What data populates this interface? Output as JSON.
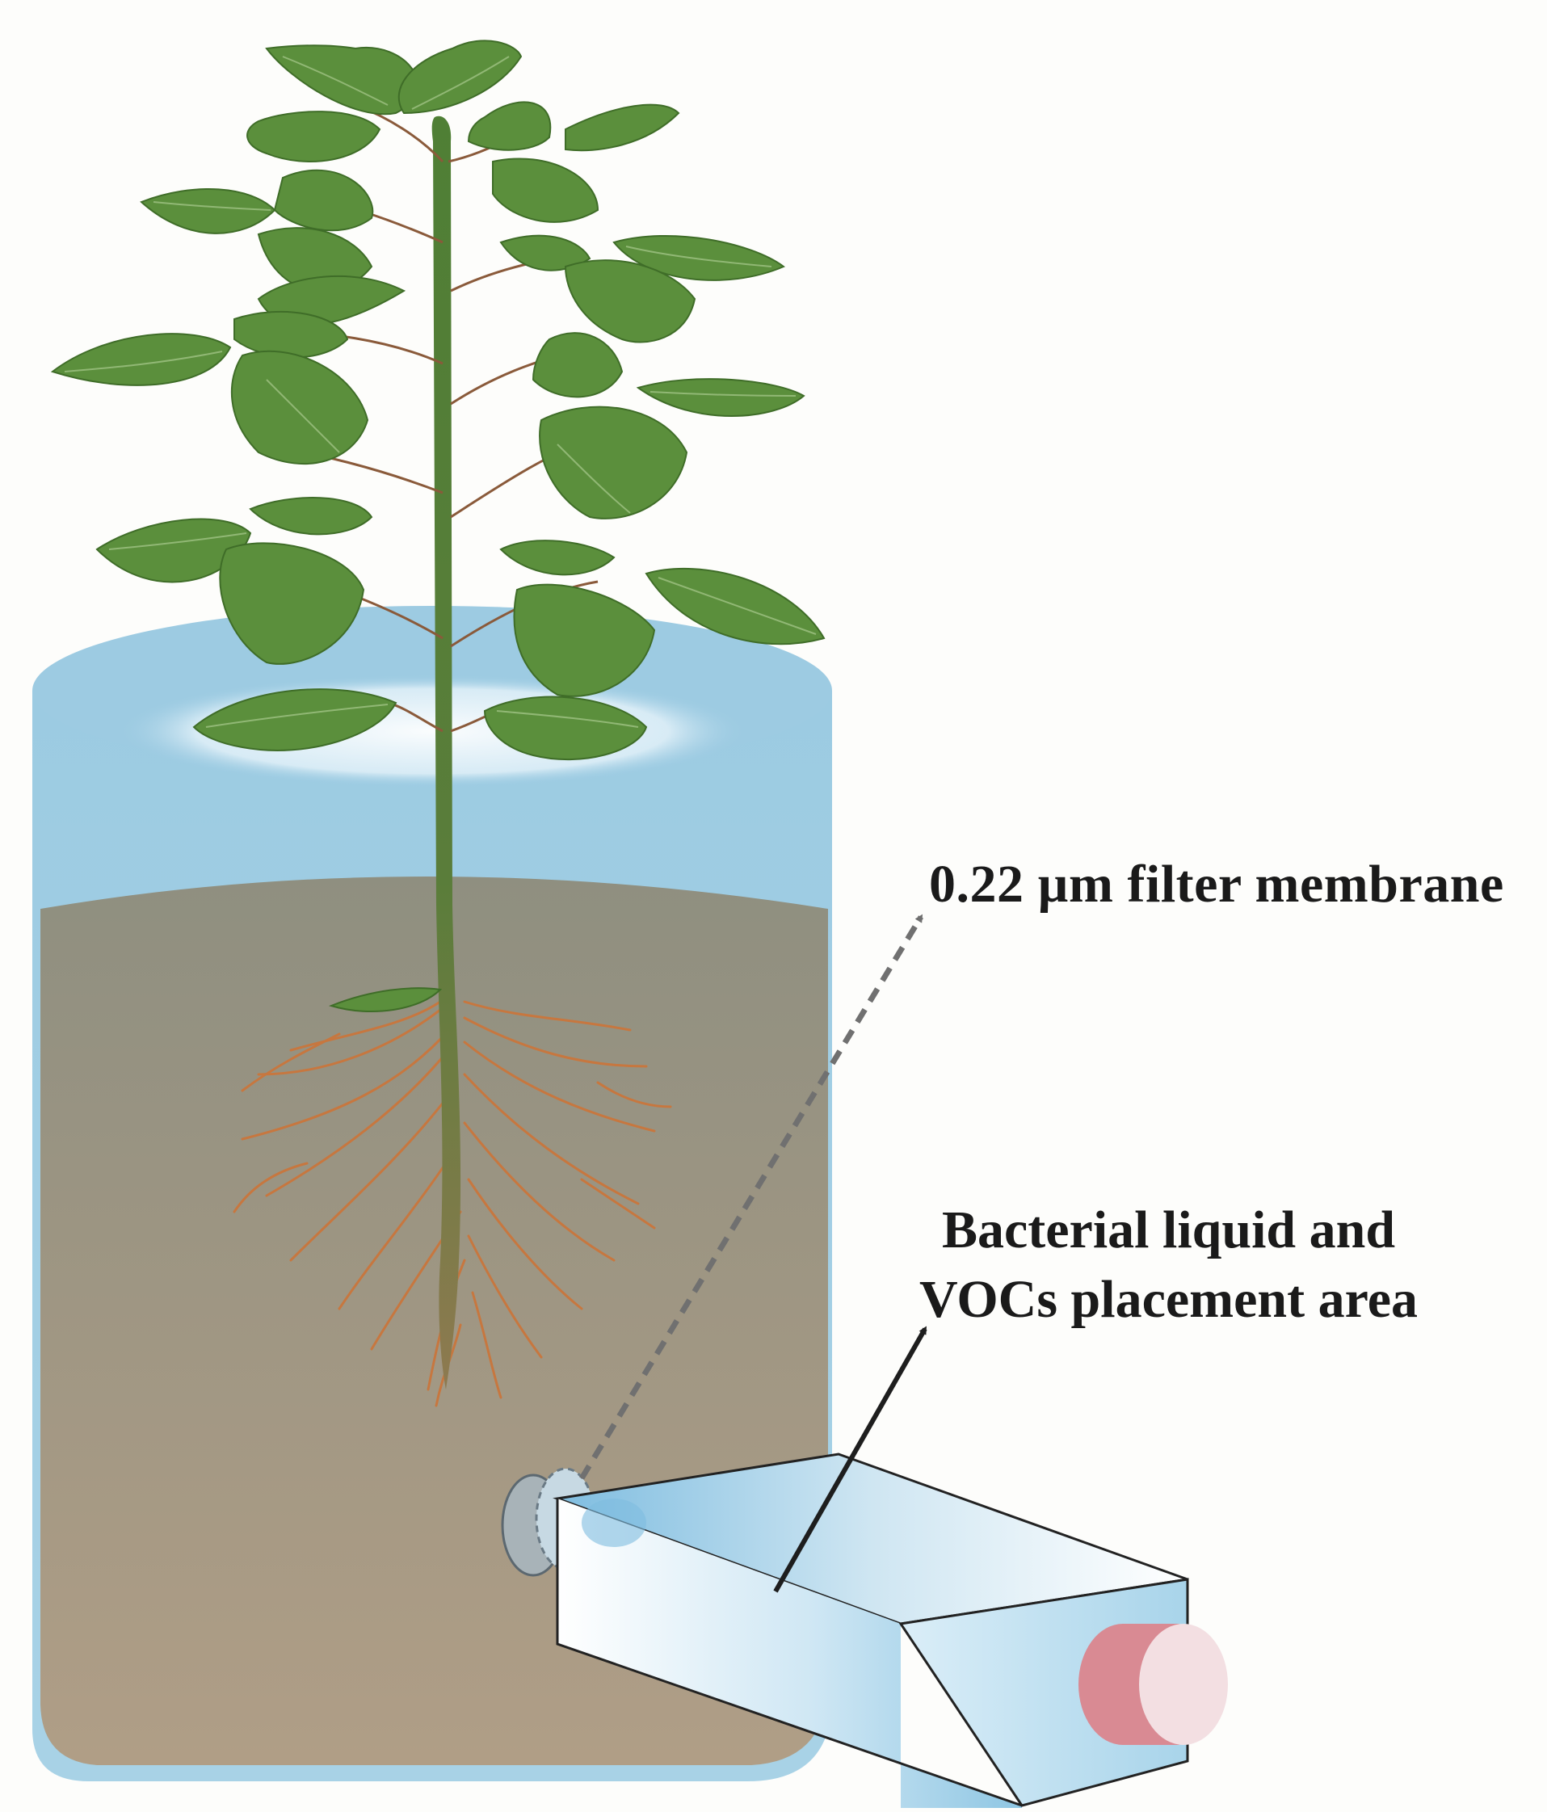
{
  "labels": {
    "filter_membrane": "0.22 µm filter membrane",
    "bacteria_line1": "Bacterial liquid and",
    "bacteria_line2": "VOCs placement area"
  },
  "colors": {
    "background": "#fdfdfb",
    "water": "#9ccbe2",
    "soil_top": "#908f7e",
    "soil_bottom": "#b09e85",
    "leaf": "#5b8f3c",
    "leaf_dark": "#3f6d28",
    "stem": "#4f7f35",
    "roots": "#c7773f",
    "dashed_arrow": "#707070",
    "solid_arrow": "#1e1e1e",
    "chamber": "#bfe0f2",
    "cap_pink": "#d98a93"
  },
  "icons": [
    "plant-illustration",
    "pot-illustration",
    "chamber-illustration",
    "filter-disc-icon",
    "dashed-arrow-icon",
    "solid-arrow-icon"
  ]
}
